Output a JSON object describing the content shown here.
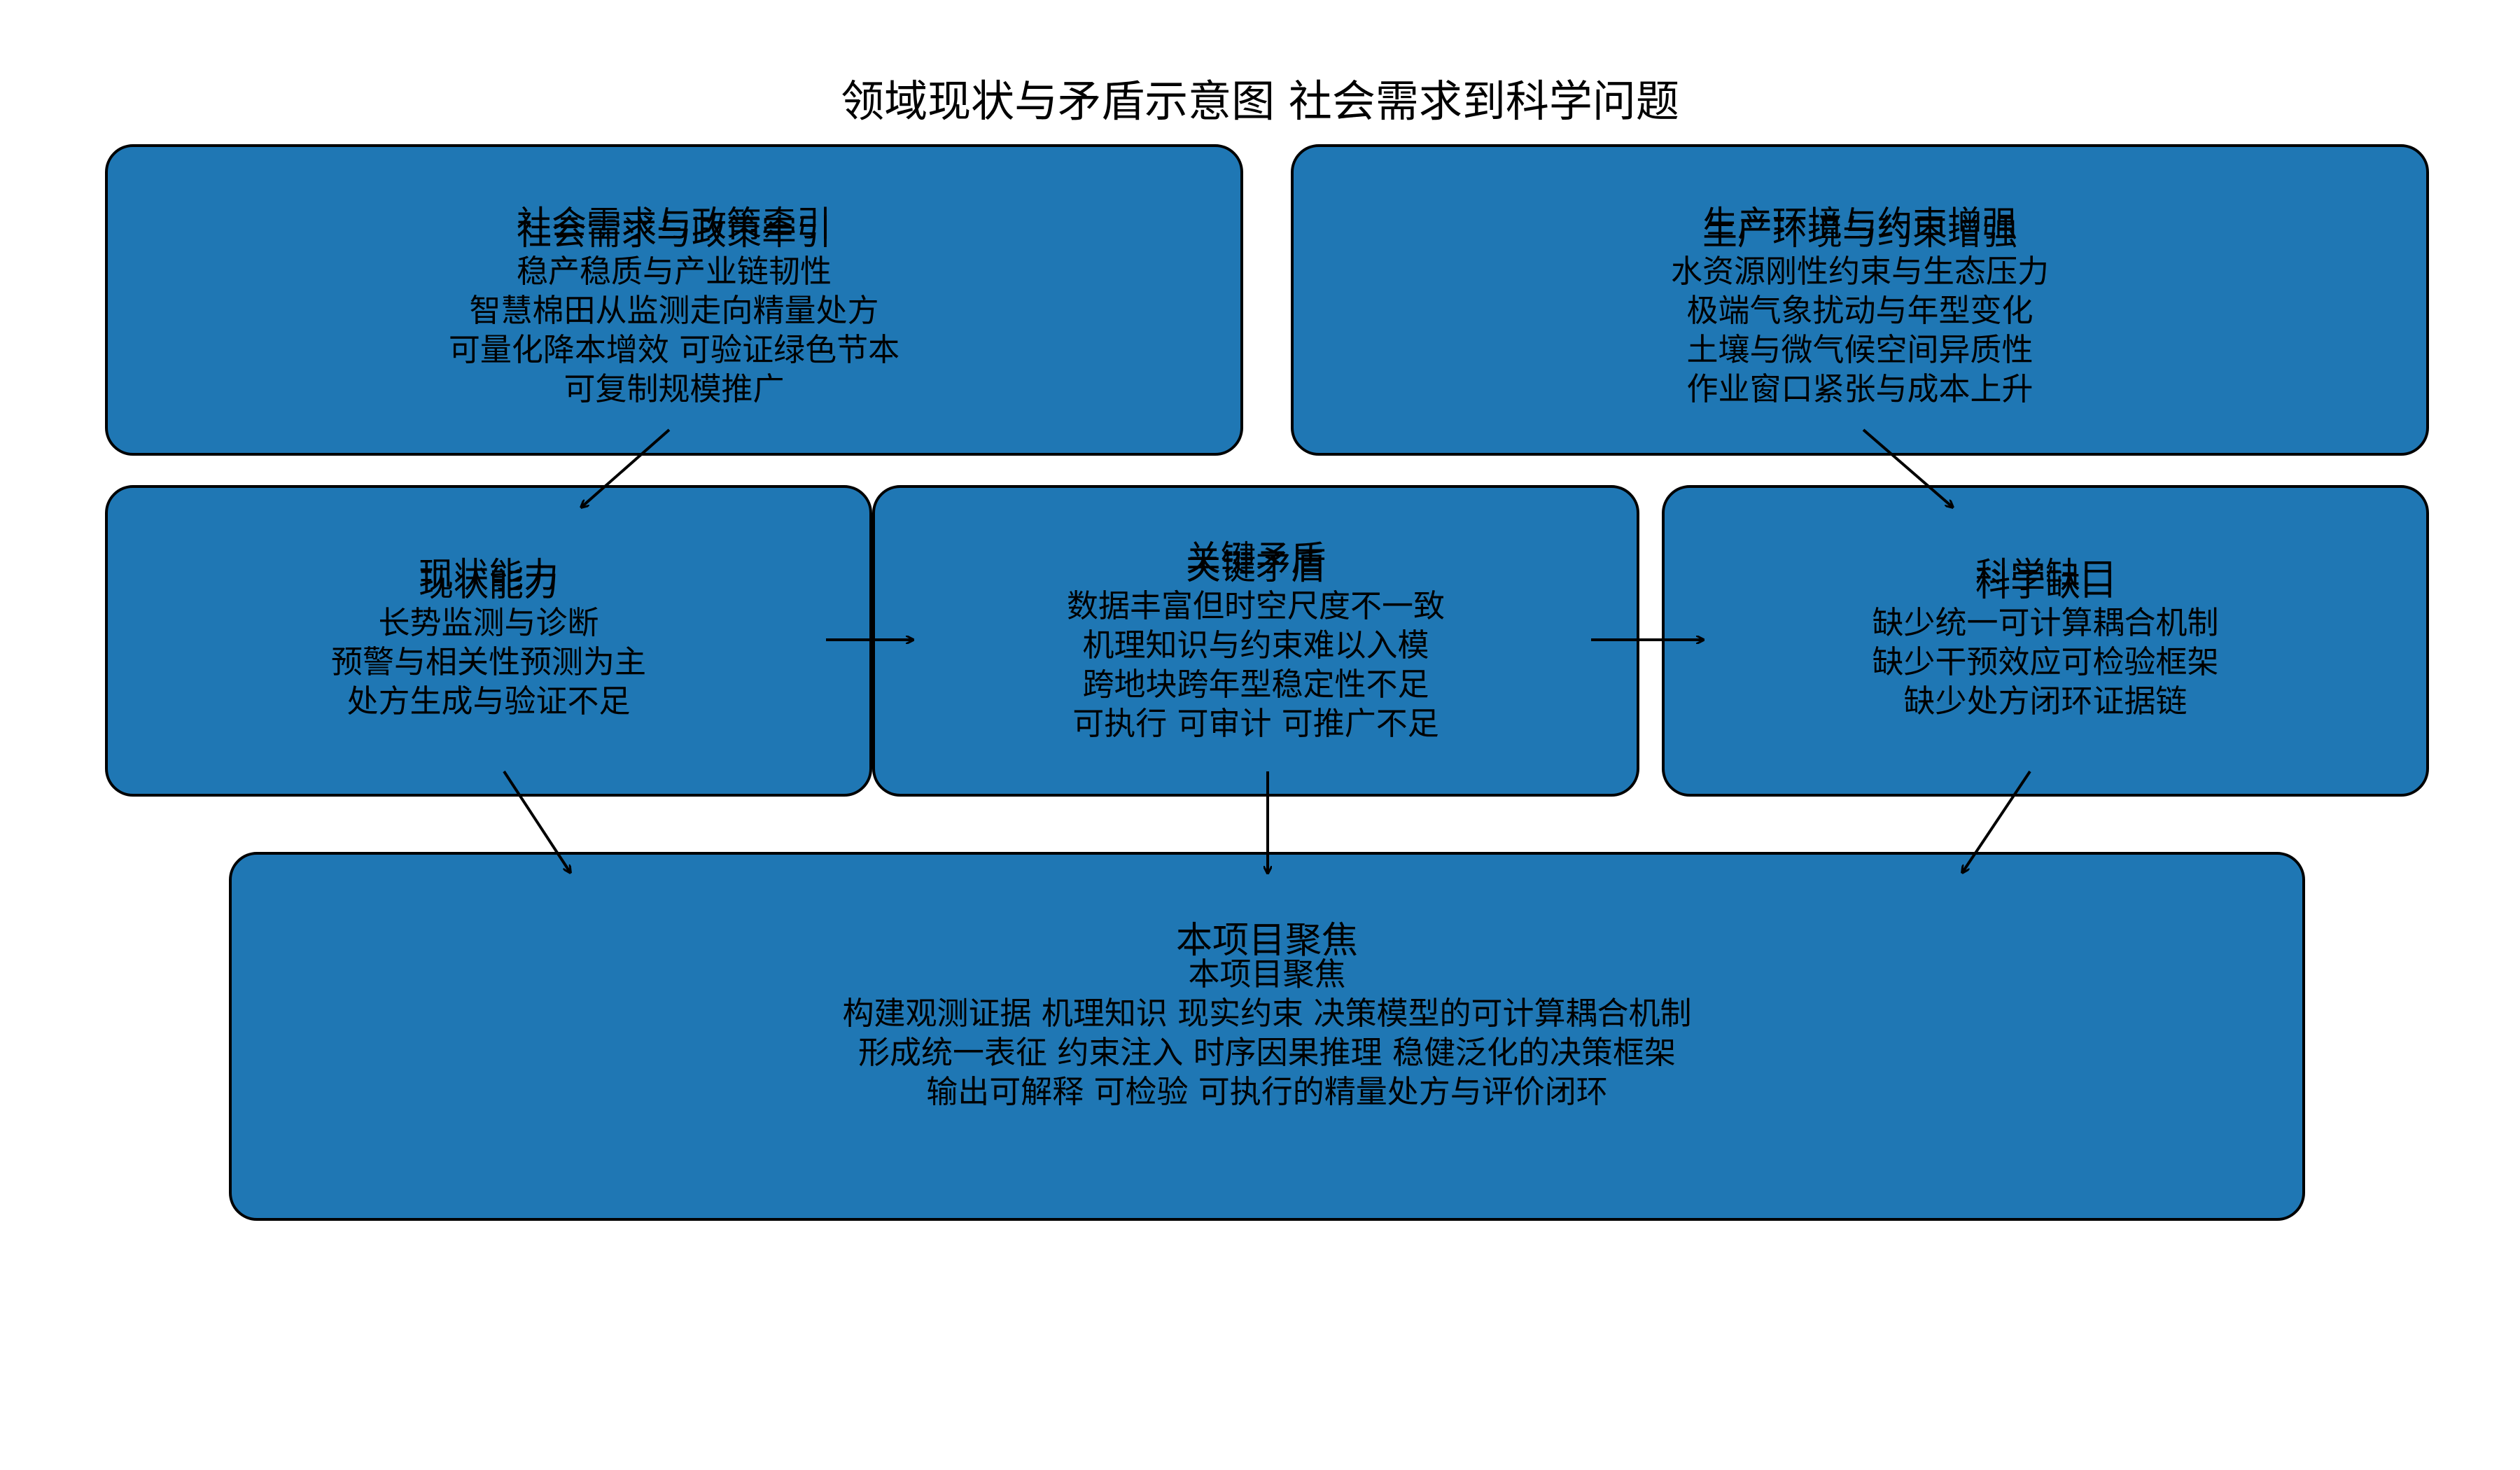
{
  "title": "领域现状与矛盾示意图 社会需求到科学问题",
  "colors": {
    "box_fill": "#1f77b4",
    "box_border": "#000000",
    "arrow": "#000000",
    "text": "#000000"
  },
  "boxes": {
    "social_demand": {
      "heading": "社会需求与政策牵引",
      "lines": [
        "社会需求与政策牵引",
        "稳产稳质与产业链韧性",
        "智慧棉田从监测走向精量处方",
        "可量化降本增效 可验证绿色节本",
        "可复制规模推广"
      ]
    },
    "production_env": {
      "heading": "生产环境与约束增强",
      "lines": [
        "生产环境与约束增强",
        "水资源刚性约束与生态压力",
        "极端气象扰动与年型变化",
        "土壤与微气候空间异质性",
        "作业窗口紧张与成本上升"
      ]
    },
    "current_capability": {
      "heading": "现状能力",
      "lines": [
        "现状能力",
        "长势监测与诊断",
        "预警与相关性预测为主",
        "处方生成与验证不足"
      ]
    },
    "key_contradiction": {
      "heading": "关键矛盾",
      "lines": [
        "关键矛盾",
        "数据丰富但时空尺度不一致",
        "机理知识与约束难以入模",
        "跨地块跨年型稳定性不足",
        "可执行 可审计 可推广不足"
      ]
    },
    "scientific_gap": {
      "heading": "科学缺口",
      "lines": [
        "科学缺口",
        "缺少统一可计算耦合机制",
        "缺少干预效应可检验框架",
        "缺少处方闭环证据链"
      ]
    },
    "project_focus": {
      "heading": "本项目聚焦",
      "lines": [
        "本项目聚焦",
        "构建观测证据 机理知识 现实约束 决策模型的可计算耦合机制",
        "形成统一表征 约束注入 时序因果推理 稳健泛化的决策框架",
        "输出可解释 可检验 可执行的精量处方与评价闭环"
      ]
    }
  }
}
